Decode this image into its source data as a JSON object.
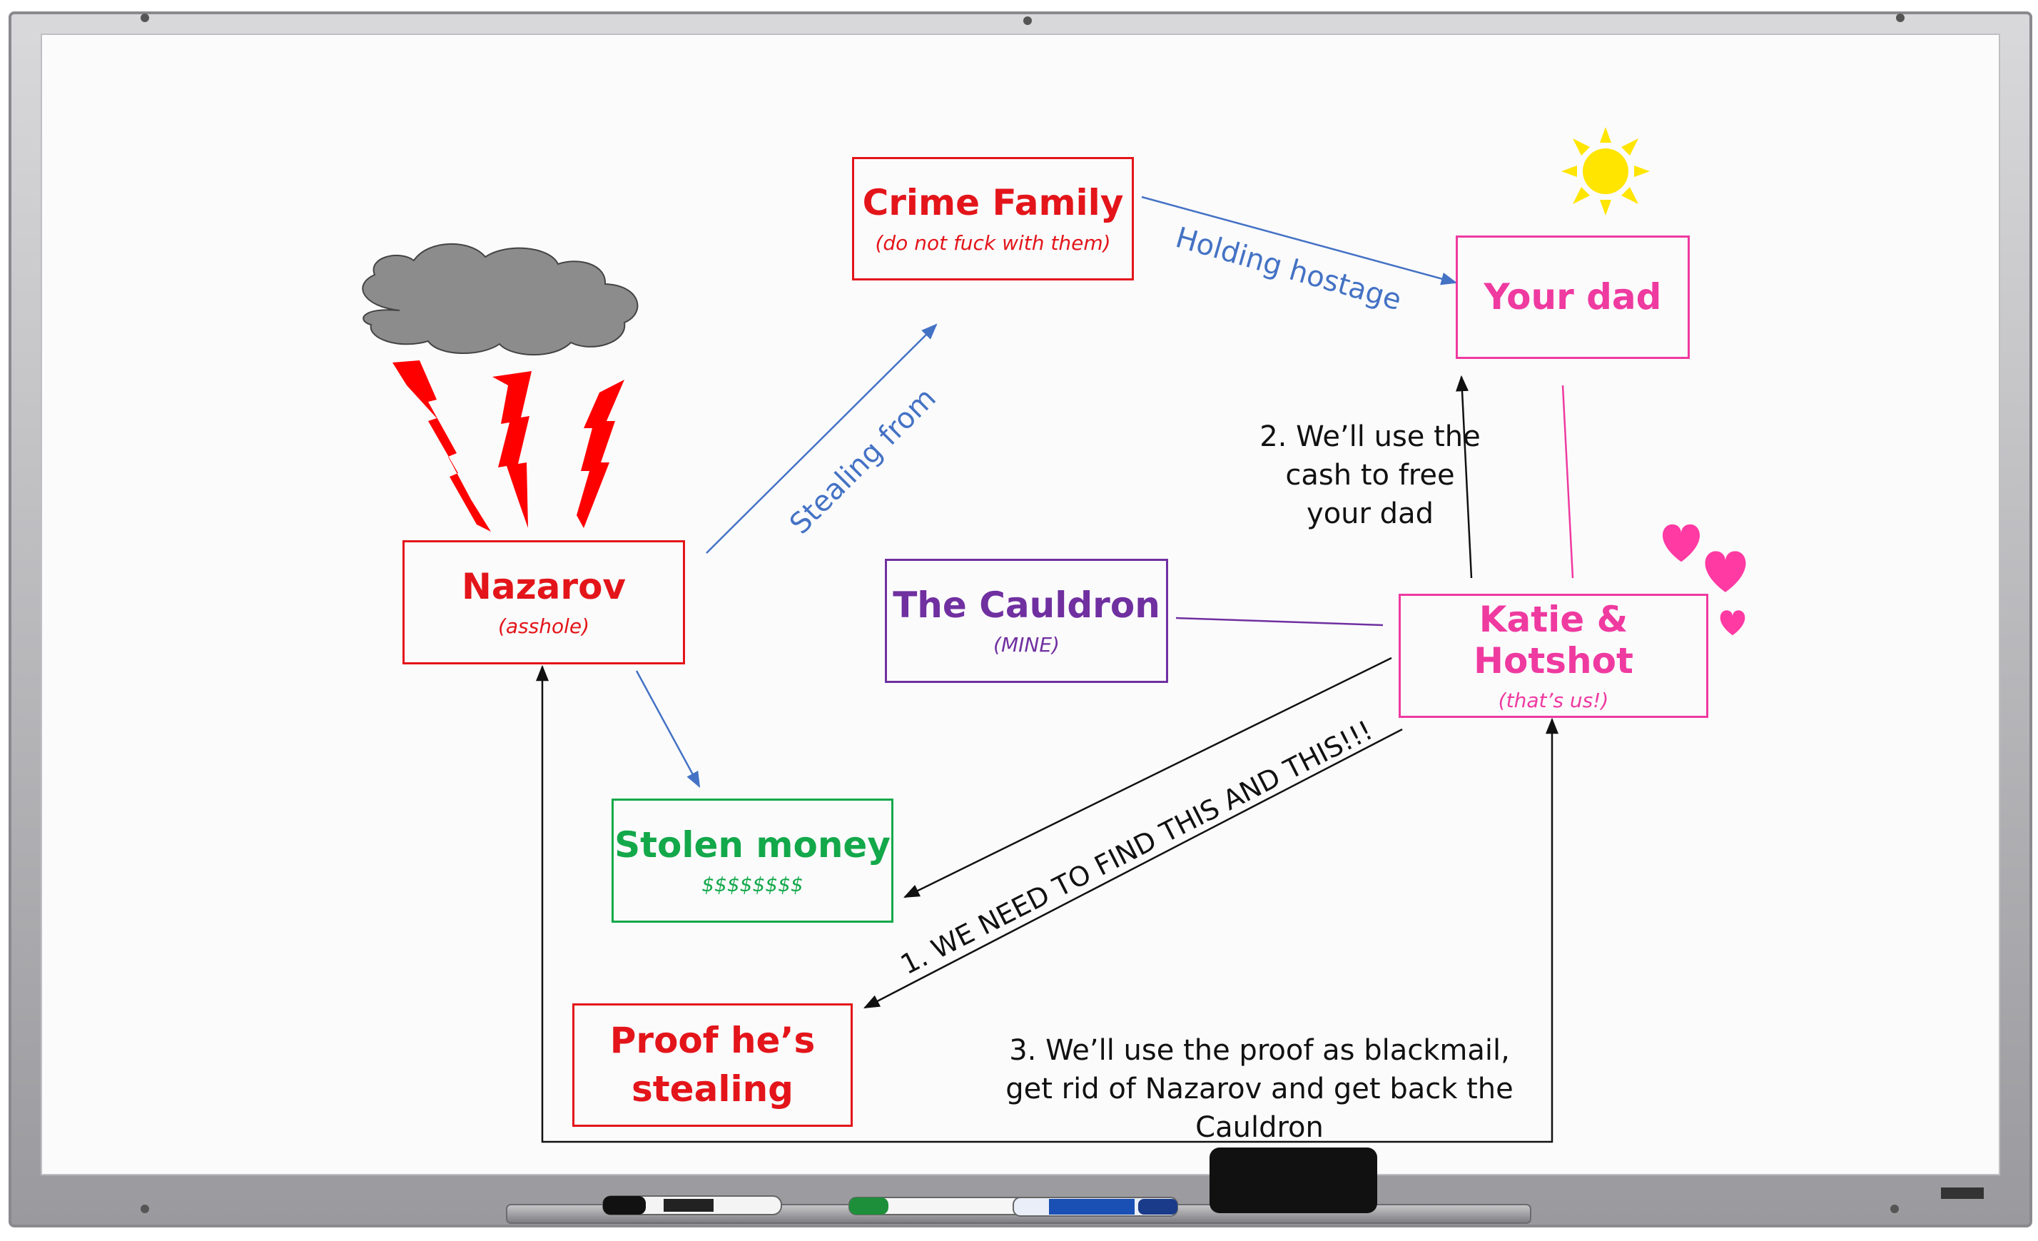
{
  "boxes": {
    "crime_family": {
      "title": "Crime Family",
      "subtitle": "(do not fuck with them)",
      "color": "#e3151a"
    },
    "your_dad": {
      "title": "Your dad",
      "color": "#ef3aa0"
    },
    "nazarov": {
      "title": "Nazarov",
      "subtitle": "(asshole)",
      "color": "#e3151a"
    },
    "the_cauldron": {
      "title": "The Cauldron",
      "subtitle": "(MINE)",
      "color": "#7030a0"
    },
    "katie_hotshot": {
      "title": "Katie & Hotshot",
      "subtitle": "(that’s us!)",
      "color": "#ef3aa0"
    },
    "stolen_money": {
      "title": "Stolen money",
      "subtitle": "$$$$$$$$",
      "color": "#13a84a"
    },
    "proof": {
      "title_line1": "Proof he’s",
      "title_line2": "stealing",
      "color": "#e3151a"
    }
  },
  "edge_labels": {
    "holding_hostage": "Holding hostage",
    "stealing_from": "Stealing from",
    "need_to_find": "1. WE NEED TO FIND THIS AND THIS!!!"
  },
  "notes": {
    "step2": [
      "2. We’ll use the",
      "cash to free",
      "your dad"
    ],
    "step3": [
      "3. We’ll use the proof as blackmail,",
      "get rid of Nazarov and get back the",
      "Cauldron"
    ]
  },
  "decorations": {
    "cloud_icon": "storm-cloud",
    "lightning_icon": "lightning-bolt",
    "sun_icon": "sun",
    "heart_icon": "heart"
  },
  "colors": {
    "edge_blue": "#4472c4",
    "edge_black": "#111111",
    "cauldron_edge": "#7030a0",
    "dad_edge": "#ef3aa0",
    "lightning": "#ff0000",
    "cloud": "#8c8c8c",
    "sun": "#ffe500",
    "heart": "#ff3aa3"
  }
}
